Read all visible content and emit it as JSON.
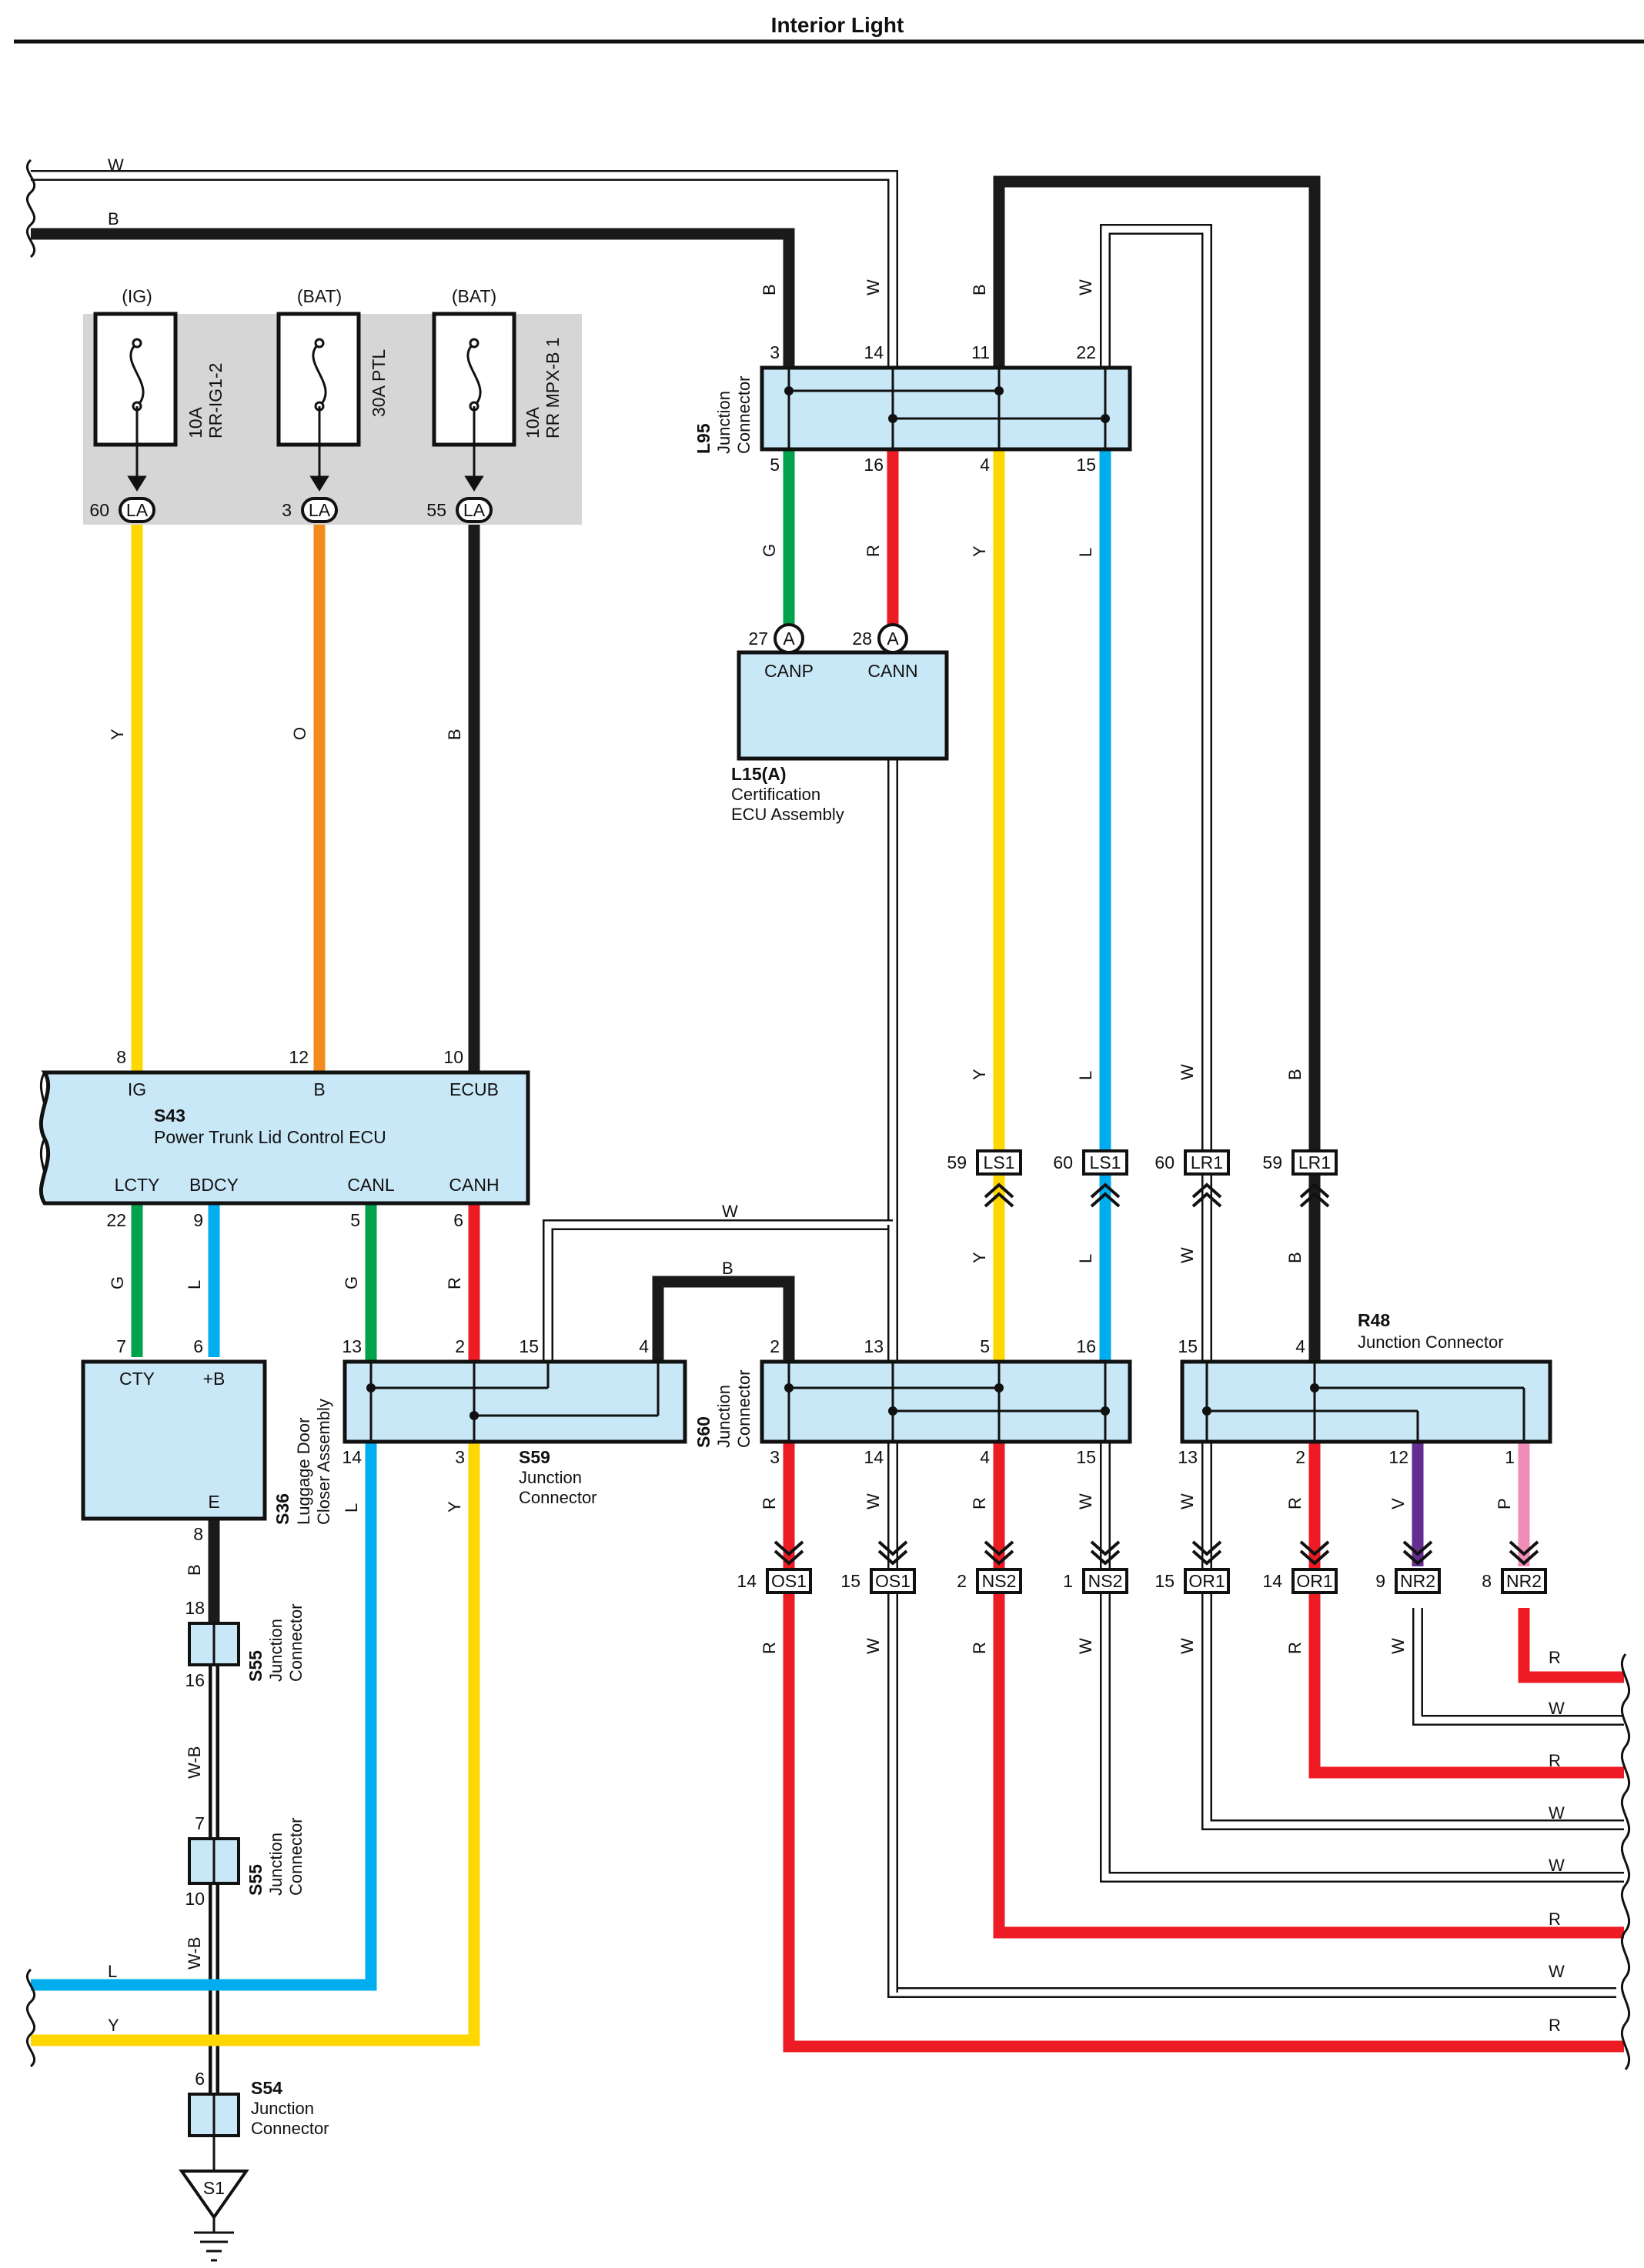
{
  "title": "Interior Light",
  "colors": {
    "Y": "#ffd700",
    "O": "#f28c1e",
    "B": "#1a1a1a",
    "G": "#00a24b",
    "R": "#ed1c24",
    "L": "#00aeef",
    "W": "#ffffff",
    "V": "#662d91",
    "P": "#f08cb8",
    "WB": "#1a1a1a",
    "box": "#c9e8f7",
    "fusebox": "#d6d6d6"
  },
  "fuses": [
    {
      "supply": "(IG)",
      "rating": "10A",
      "name": "RR-IG1-2",
      "pin": "60",
      "conn": "LA"
    },
    {
      "supply": "(BAT)",
      "rating": "30A",
      "name": "PTL",
      "pin": "3",
      "conn": "LA"
    },
    {
      "supply": "(BAT)",
      "rating": "10A",
      "name": "RR MPX-B 1",
      "pin": "55",
      "conn": "LA"
    }
  ],
  "fuse_ratings": [
    "10A",
    "30A PTL",
    "10A"
  ],
  "fuse_names": [
    "RR-IG1-2",
    "",
    "RR MPX-B 1"
  ],
  "components": {
    "s43": {
      "code": "S43",
      "name": "Power Trunk Lid Control ECU",
      "top_pins": [
        {
          "num": "8",
          "name": "IG"
        },
        {
          "num": "12",
          "name": "B"
        },
        {
          "num": "10",
          "name": "ECUB"
        }
      ],
      "bottom_pins": [
        {
          "num": "22",
          "name": "LCTY"
        },
        {
          "num": "9",
          "name": "BDCY"
        },
        {
          "num": "5",
          "name": "CANL"
        },
        {
          "num": "6",
          "name": "CANH"
        }
      ]
    },
    "s36": {
      "code": "S36",
      "name1": "Luggage Door",
      "name2": "Closer Assembly",
      "pins": [
        {
          "num": "7",
          "name": "CTY"
        },
        {
          "num": "6",
          "name": "+B"
        },
        {
          "num": "8",
          "name": "E"
        }
      ]
    },
    "s59": {
      "code": "S59",
      "name1": "Junction",
      "name2": "Connector",
      "top_pins": [
        "13",
        "2",
        "15",
        "4"
      ],
      "bottom_pins": [
        "14",
        "3"
      ]
    },
    "s60": {
      "code": "S60",
      "name1": "Junction",
      "name2": "Connector",
      "top_pins": [
        "2",
        "13",
        "5",
        "16"
      ],
      "bottom_pins": [
        "3",
        "14",
        "4",
        "15"
      ]
    },
    "r48": {
      "code": "R48",
      "name": "Junction Connector",
      "top_pins": [
        "15",
        "4"
      ],
      "bottom_pins": [
        "13",
        "2",
        "12",
        "1"
      ]
    },
    "l95": {
      "code": "L95",
      "name1": "Junction",
      "name2": "Connector",
      "top_pins": [
        "3",
        "14",
        "11",
        "22"
      ],
      "bottom_pins": [
        "5",
        "16",
        "4",
        "15"
      ]
    },
    "l15": {
      "code": "L15(A)",
      "name1": "Certification",
      "name2": "ECU Assembly",
      "pins": [
        {
          "num": "27",
          "conn": "A",
          "name": "CANP"
        },
        {
          "num": "28",
          "conn": "A",
          "name": "CANN"
        }
      ]
    },
    "s55a": {
      "code": "S55",
      "name1": "Junction",
      "name2": "Connector",
      "pins": [
        "18",
        "16"
      ]
    },
    "s55b": {
      "code": "S55",
      "name1": "Junction",
      "name2": "Connector",
      "pins": [
        "7",
        "10"
      ]
    },
    "s54": {
      "code": "S54",
      "name1": "Junction",
      "name2": "Connector",
      "pins": [
        "6"
      ]
    },
    "ground": {
      "code": "S1"
    }
  },
  "inline_connectors": {
    "upper": [
      {
        "pin": "59",
        "name": "LS1"
      },
      {
        "pin": "60",
        "name": "LS1"
      },
      {
        "pin": "60",
        "name": "LR1"
      },
      {
        "pin": "59",
        "name": "LR1"
      }
    ],
    "lower": [
      {
        "pin": "14",
        "name": "OS1"
      },
      {
        "pin": "15",
        "name": "OS1"
      },
      {
        "pin": "2",
        "name": "NS2"
      },
      {
        "pin": "1",
        "name": "NS2"
      },
      {
        "pin": "15",
        "name": "OR1"
      },
      {
        "pin": "14",
        "name": "OR1"
      },
      {
        "pin": "9",
        "name": "NR2"
      },
      {
        "pin": "8",
        "name": "NR2"
      }
    ]
  },
  "wire_labels": {
    "top_w": "W",
    "top_b": "B",
    "fuse_y": "Y",
    "fuse_o": "O",
    "fuse_b": "B",
    "s43_g": "G",
    "s43_l": "L",
    "s43_g2": "G",
    "s43_r": "R",
    "s36_b": "B",
    "s55_wb1": "W-B",
    "s55_wb2": "W-B",
    "bottom_l": "L",
    "bottom_y": "Y",
    "s59_w": "W",
    "s59_b": "B",
    "s59_l": "L",
    "s59_y": "Y",
    "l95_b": "B",
    "l95_w": "W",
    "l95_b2": "B",
    "l95_w2": "W",
    "l95_g": "G",
    "l95_r": "R",
    "l95_y": "Y",
    "l95_l": "L",
    "mid_y": "Y",
    "mid_l": "L",
    "mid_w": "W",
    "mid_b": "B",
    "low_y": "Y",
    "low_l": "L",
    "low_w": "W",
    "low_b": "B",
    "s60_r": "R",
    "s60_w": "W",
    "s60_r2": "R",
    "s60_w2": "W",
    "r48_w": "W",
    "r48_r": "R",
    "r48_v": "V",
    "r48_p": "P",
    "os1_r": "R",
    "os1_w": "W",
    "ns2_r": "R",
    "ns2_w": "W",
    "or1_w": "W",
    "or1_r": "R",
    "nr2_w": "W",
    "right": [
      "R",
      "W",
      "R",
      "W",
      "W",
      "R",
      "W",
      "R"
    ]
  }
}
